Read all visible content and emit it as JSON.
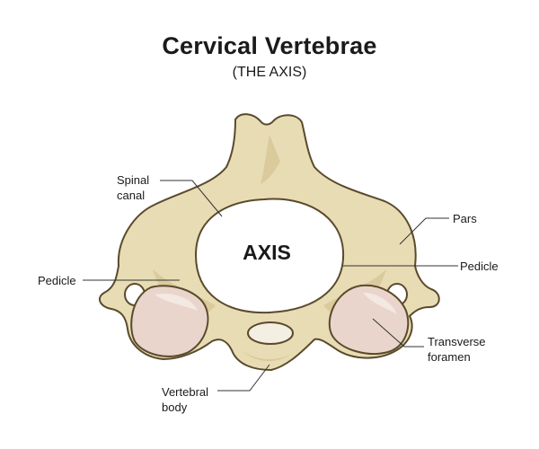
{
  "header": {
    "title": "Cervical Vertebrae",
    "subtitle": "(THE AXIS)"
  },
  "center_label": "AXIS",
  "labels": {
    "spinal_canal_line1": "Spinal",
    "spinal_canal_line2": "canal",
    "pars": "Pars",
    "pedicle_left": "Pedicle",
    "pedicle_right": "Pedicle",
    "transverse_foramen_line1": "Transverse",
    "transverse_foramen_line2": "foramen",
    "vertebral_body_line1": "Vertebral",
    "vertebral_body_line2": "body"
  },
  "colors": {
    "bone": "#e8dcb5",
    "bone_shadow": "#d2c08c",
    "outline": "#5a4a2c",
    "facet": "#e9d5cc",
    "facet_light": "#f4e8e2",
    "leader_line": "#333333"
  }
}
